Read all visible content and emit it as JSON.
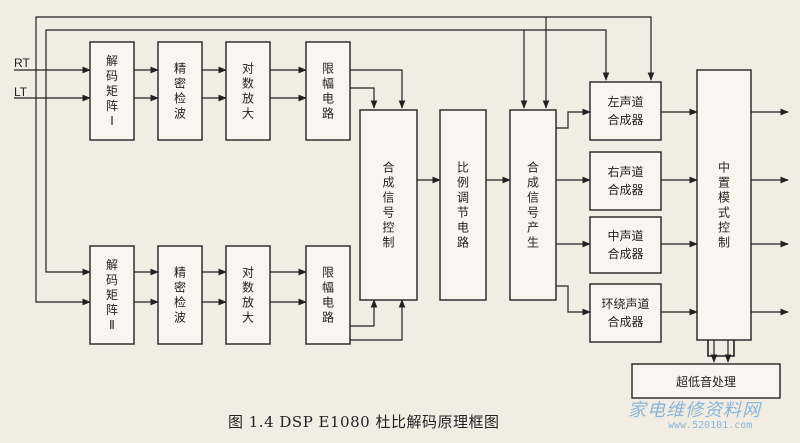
{
  "inputs": {
    "rt": "RT",
    "lt": "LT"
  },
  "blocks": {
    "decode1": "解码矩阵Ⅰ",
    "precise1": "精密检波",
    "log1": "对数放大",
    "limit1": "限幅电路",
    "decode2": "解码矩阵Ⅱ",
    "precise2": "精密检波",
    "log2": "对数放大",
    "limit2": "限幅电路",
    "synth_ctrl": "合成信号控制",
    "ratio": "比例调节电路",
    "synth_gen": "合成信号产生",
    "left": "左声道合成器",
    "right": "右声道合成器",
    "center": "中声道合成器",
    "surround": "环绕声道合成器",
    "mode": "中置模式控制",
    "sub": "超低音处理"
  },
  "caption": "图 1.4   DSP E1080 杜比解码原理框图",
  "watermark": {
    "text": "家电维修资料网",
    "url": "www.520101.com"
  }
}
